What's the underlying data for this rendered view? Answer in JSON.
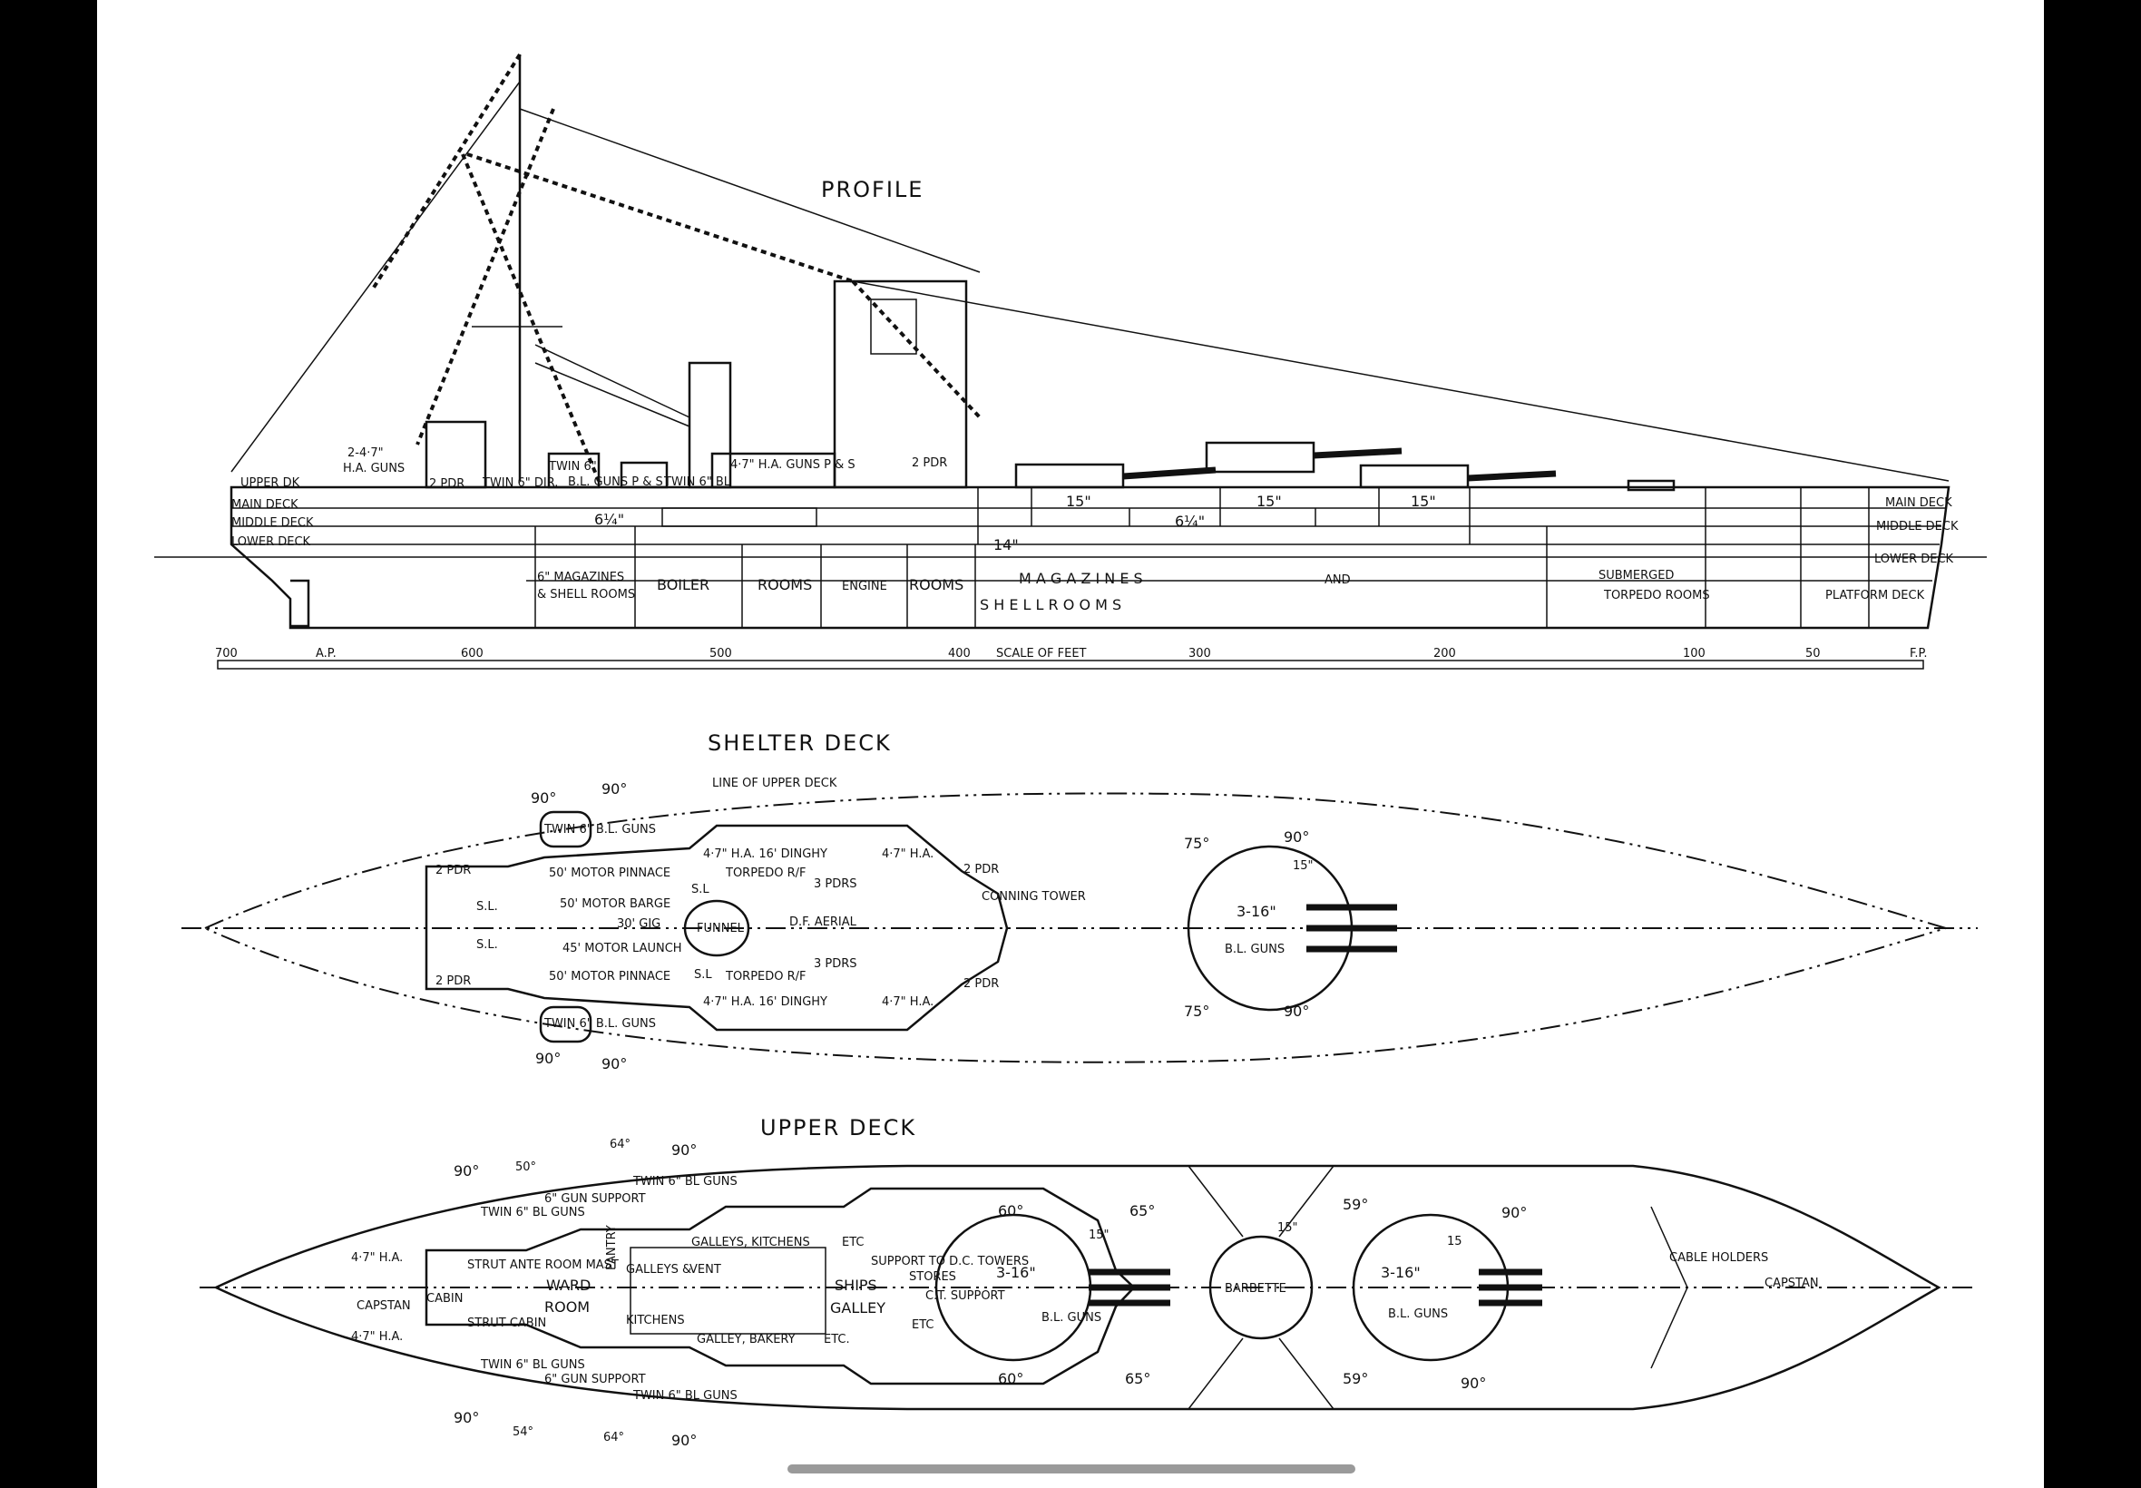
{
  "viewer": {
    "page_indicator_icon": "more-dots-icon",
    "scrollbar": "horizontal-scroll-indicator"
  },
  "profile": {
    "title": "PROFILE",
    "labels": {
      "upper_deck": "UPPER DK",
      "main_deck": "MAIN DECK",
      "middle_deck": "MIDDLE DECK",
      "lower_deck": "LOWER DECK",
      "ha_guns": "2-4·7\"",
      "ha_guns2": "H.A. GUNS",
      "two_pdr": "2 PDR",
      "twin6_dir": "TWIN 6\" DIR.",
      "twin6": "TWIN 6\"",
      "bl_guns": "B.L. GUNS P & S",
      "twin6_bl": "TWIN 6\" BL",
      "ha_guns_ps": "4·7\" H.A. GUNS P & S",
      "two_pdr_fwd": "2 PDR",
      "armor_6q": "6¼\"",
      "armor_14": "14\"",
      "armor_15a": "15\"",
      "armor_15b": "15\"",
      "armor_15c": "15\"",
      "armor_6q_b": "6¼\"",
      "mag6": "6\" MAGAZINES",
      "mag6b": "& SHELL ROOMS",
      "boiler": "BOILER",
      "rooms1": "ROOMS",
      "engine": "ENGINE",
      "rooms2": "ROOMS",
      "magazines": "M A G A Z I N E S",
      "and": "AND",
      "shell_rooms": "S H E L L   R O O M S",
      "submerged": "SUBMERGED",
      "torpedo_rooms": "TORPEDO ROOMS",
      "platform_deck": "PLATFORM DECK",
      "main_deck_fwd": "MAIN DECK",
      "middle_deck_fwd": "MIDDLE DECK",
      "lower_deck_fwd": "LOWER DECK"
    },
    "scale": {
      "caption": "SCALE  OF  FEET",
      "ticks": [
        "700",
        "A.P.",
        "600",
        "500",
        "400",
        "300",
        "200",
        "100",
        "50",
        "F.P."
      ]
    }
  },
  "shelter_deck": {
    "title": "SHELTER DECK",
    "line_of_upper_deck": "LINE OF UPPER DECK",
    "labels": {
      "a90_1": "90°",
      "a90_2": "90°",
      "a90_3": "90°",
      "a90_4": "90°",
      "twin_bl_top": "TWIN 6\" B.L. GUNS",
      "twin_bl_bot": "TWIN 6\" B.L. GUNS",
      "pdr_1": "2 PDR",
      "pdr_2": "2 PDR",
      "pdr_3": "2 PDR",
      "pdr_4": "2 PDR",
      "sl_1": "S.L.",
      "sl_2": "S.L.",
      "sl_3": "S.L",
      "sl_4": "S.L",
      "pinnace_1": "50' MOTOR PINNACE",
      "barge": "50' MOTOR BARGE",
      "gig": "30' GIG",
      "launch": "45' MOTOR LAUNCH",
      "pinnace_2": "50' MOTOR PINNACE",
      "ha_1": "4·7\" H.A. 16' DINGHY",
      "ha_2": "4·7\" H.A.",
      "ha_3": "4·7\" H.A. 16' DINGHY",
      "ha_4": "4·7\" H.A.",
      "torpedo_1": "TORPEDO R/F",
      "torpedo_2": "TORPEDO R/F",
      "funnel": "FUNNEL",
      "pdrs_1": "3 PDRS",
      "pdrs_2": "3 PDRS",
      "df": "D.F. AERIAL",
      "conning_tower": "CONNING TOWER",
      "a75_1": "75°",
      "a75_2": "75°",
      "a90_5": "90°",
      "a90_6": "90°",
      "a15": "15\"",
      "guns_main": "3-16\"",
      "guns_bl": "B.L. GUNS"
    }
  },
  "upper_deck": {
    "title": "UPPER DECK",
    "labels": {
      "a90_1": "90°",
      "a50": "50°",
      "a64_1": "64°",
      "a90_2": "90°",
      "a90_3": "90°",
      "a54": "54°",
      "a64_2": "64°",
      "a90_4": "90°",
      "twin_bl_1": "TWIN 6\" BL GUNS",
      "gun_support_1": "6\" GUN SUPPORT",
      "twin_bl_2": "TWIN 6\" BL GUNS",
      "twin_bl_3": "TWIN 6\" BL GUNS",
      "gun_support_2": "6\" GUN SUPPORT",
      "twin_bl_4": "TWIN 6\" BL GUNS",
      "ha_1": "4·7\" H.A.",
      "capstan_aft": "CAPSTAN",
      "ha_2": "4·7\" H.A.",
      "cabin_1": "CABIN",
      "strut_ante": "STRUT ANTE ROOM MAST",
      "strut_cabin": "STRUT CABIN",
      "ward": "WARD",
      "room": "ROOM",
      "pantry": "PANTRY",
      "galleys_kitchens": "GALLEYS, KITCHENS",
      "etc_1": "ETC",
      "galleys": "GALLEYS &",
      "kitchens": "KITCHENS",
      "vent": "VENT",
      "ships": "SHIPS",
      "galley": "GALLEY",
      "support_dc": "SUPPORT TO D.C. TOWERS",
      "galley_bakery": "GALLEY, BAKERY",
      "etc_2": "ETC.",
      "stores": "STORES",
      "etc_3": "ETC",
      "ct_support": "C.T. SUPPORT",
      "a60_1": "60°",
      "a65_1": "65°",
      "a60_2": "60°",
      "a65_2": "65°",
      "a15_1": "15\"",
      "guns_1": "3-16\"",
      "bl_1": "B.L. GUNS",
      "barbette": "BARBETTE",
      "a15_2": "15\"",
      "a59_1": "59°",
      "a90_5": "90°",
      "a59_2": "59°",
      "a90_6": "90°",
      "a15_3": "15",
      "guns_2": "3-16\"",
      "bl_2": "B.L. GUNS",
      "cable_holders": "CABLE HOLDERS",
      "capstan_fwd": "CAPSTAN"
    }
  }
}
